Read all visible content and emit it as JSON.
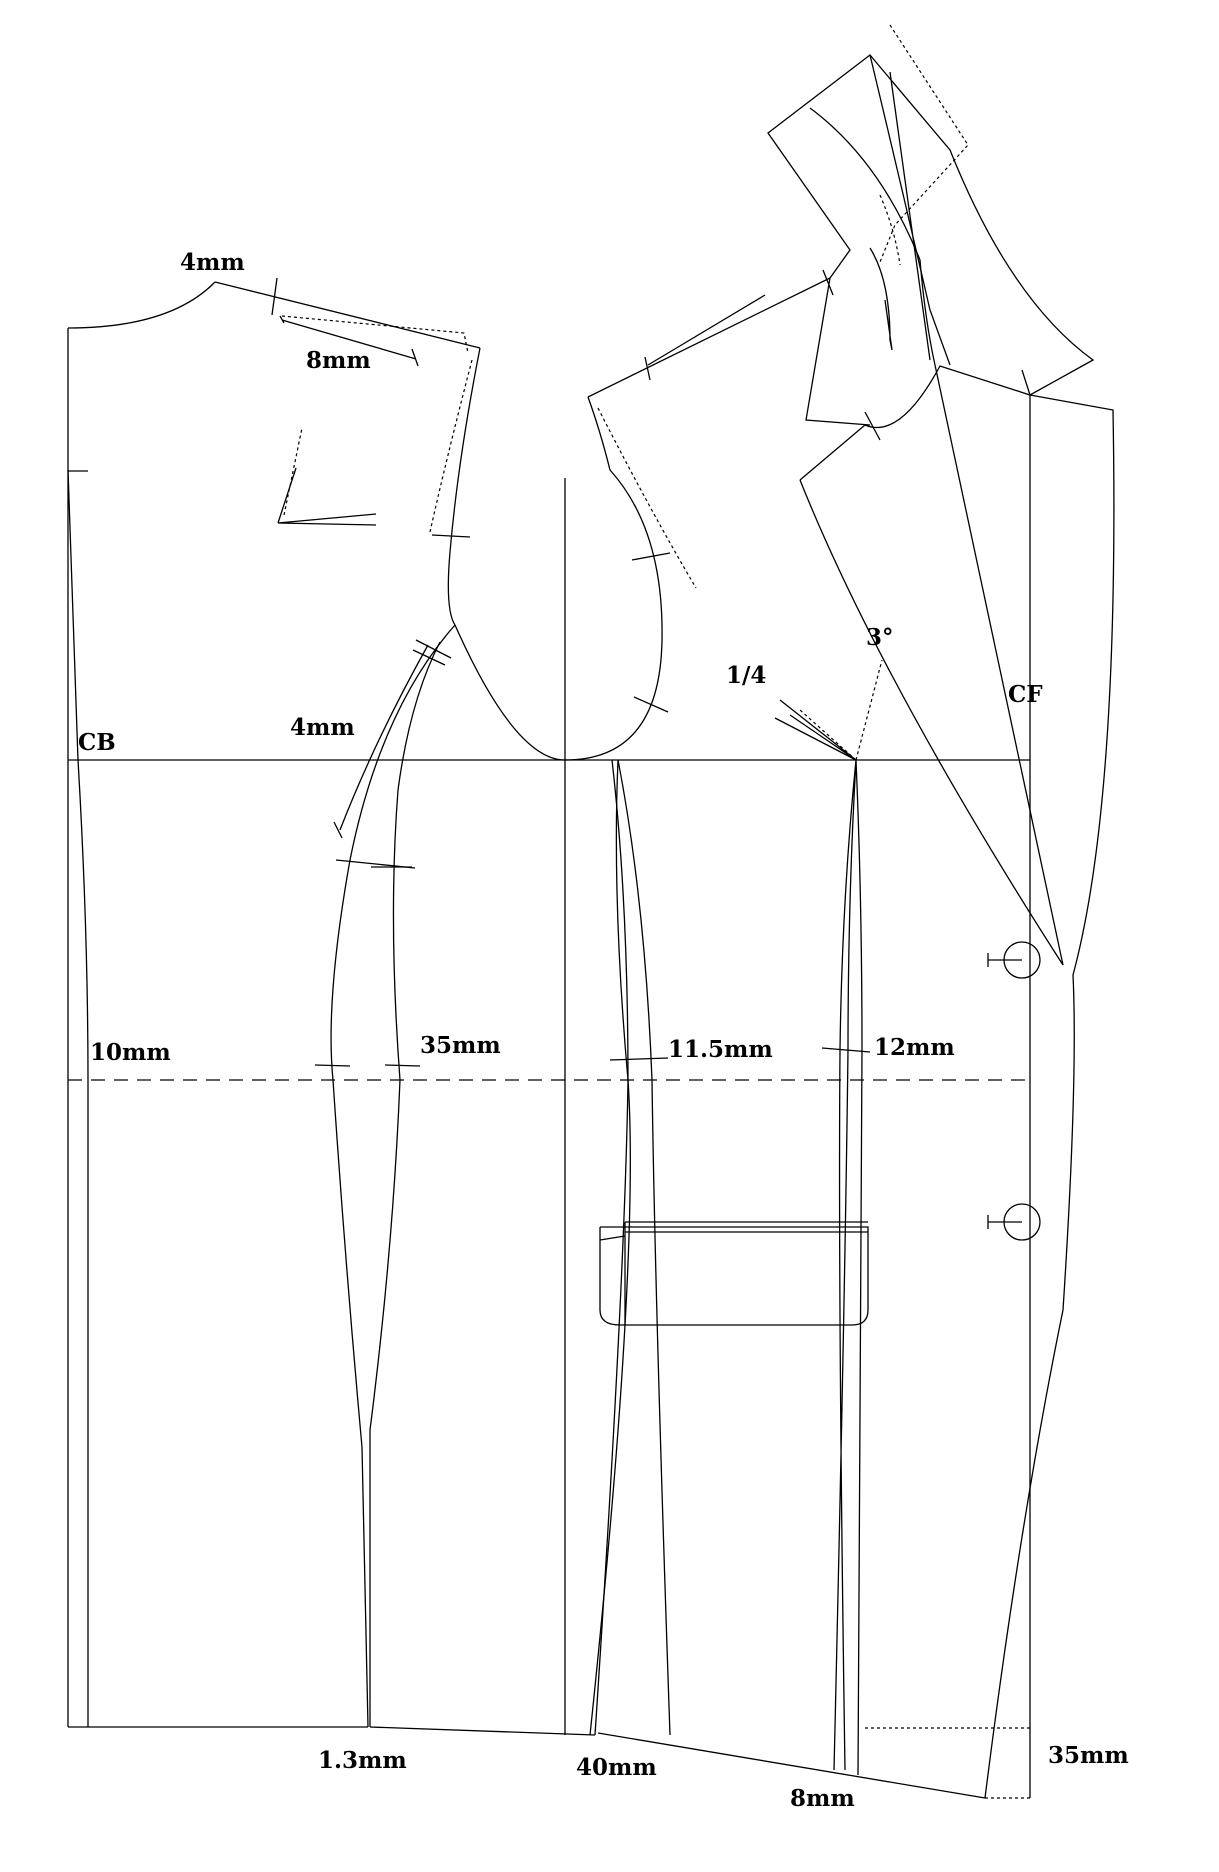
{
  "labels": {
    "cb": "CB",
    "cf": "CF",
    "neck_back": "4mm",
    "shoulder": "8mm",
    "back_side": "4mm",
    "waist_back": "10mm",
    "waist_side": "35mm",
    "waist_side_front": "11.5mm",
    "waist_front": "12mm",
    "dart_ratio": "1/4",
    "angle": "3°",
    "hem_back": "1.3mm",
    "hem_side": "40mm",
    "hem_front": "8mm",
    "hem_cf": "35mm"
  }
}
